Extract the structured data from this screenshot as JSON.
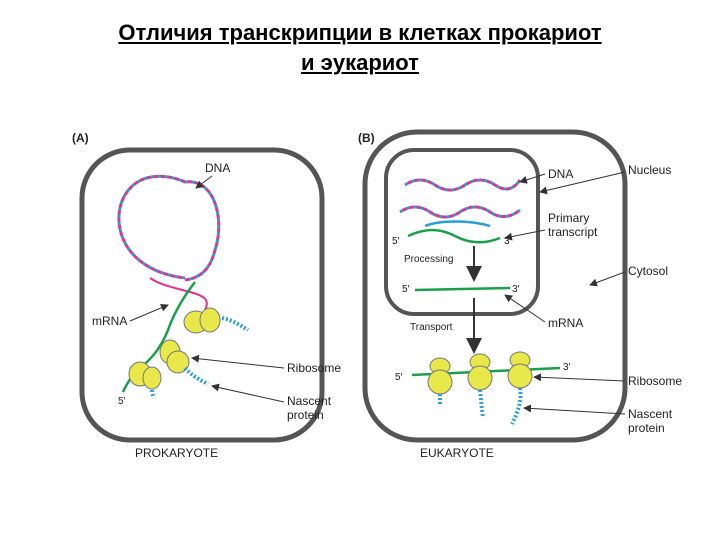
{
  "title": {
    "line1": "Отличия транскрипции в клетках прокариот",
    "line2": "и эукариот"
  },
  "panel_a": {
    "letter": "(A)",
    "dna": "DNA",
    "mrna": "mRNA",
    "ribosome": "Ribosome",
    "nascent_line1": "Nascent",
    "nascent_line2": "protein",
    "five_prime": "5′",
    "caption": "PROKARYOTE"
  },
  "panel_b": {
    "letter": "(B)",
    "dna": "DNA",
    "nucleus": "Nucleus",
    "primary_line1": "Primary",
    "primary_line2": "transcript",
    "cytosol": "Cytosol",
    "processing": "Processing",
    "transport": "Transport",
    "mrna": "mRNA",
    "ribosome": "Ribosome",
    "nascent_line1": "Nascent",
    "nascent_line2": "protein",
    "five_prime_1": "5′",
    "three_prime_1": "3′",
    "five_prime_2": "5′",
    "three_prime_2": "3′",
    "five_prime_3": "5′",
    "three_prime_3": "3′",
    "caption": "EUKARYOTE"
  },
  "colors": {
    "dna_strand_a": "#e8318a",
    "dna_strand_b": "#2a9fd6",
    "mrna": "#1aa04a",
    "ribosome": "#e8e84a",
    "protein": "#2a9fd6",
    "cell": "#555555"
  }
}
